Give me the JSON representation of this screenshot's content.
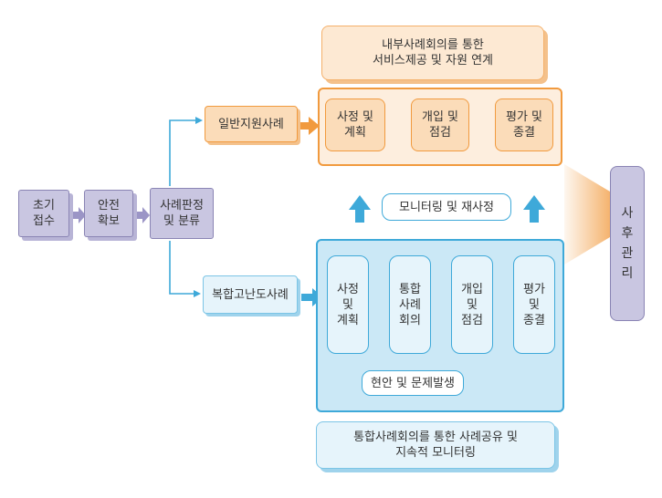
{
  "colors": {
    "orange": "#f19a3e",
    "orange_fill": "#fbdcb9",
    "blue": "#3ea9d9",
    "blue_fill": "#cbe8f6",
    "purple": "#8a84b4",
    "purple_fill": "#c9c6e1"
  },
  "initial_steps": [
    "초기\n접수",
    "안전\n확보",
    "사례판정\n및 분류"
  ],
  "general_track": {
    "label": "일반지원사례",
    "steps": [
      "사정 및\n계획",
      "개입 및\n점검",
      "평가 및\n종결"
    ],
    "note": "내부사례회의를 통한\n서비스제공 및 자원 연계"
  },
  "monitoring": "모니터링 및 재사정",
  "complex_track": {
    "label": "복합고난도사례",
    "steps": [
      "사정\n및\n계획",
      "통합\n사례\n회의",
      "개입\n및\n점검",
      "평가\n및\n종결"
    ],
    "loop": "현안 및 문제발생",
    "note": "통합사례회의를 통한 사례공유 및\n지속적 모니터링"
  },
  "after_care": "사\n후\n관\n리"
}
